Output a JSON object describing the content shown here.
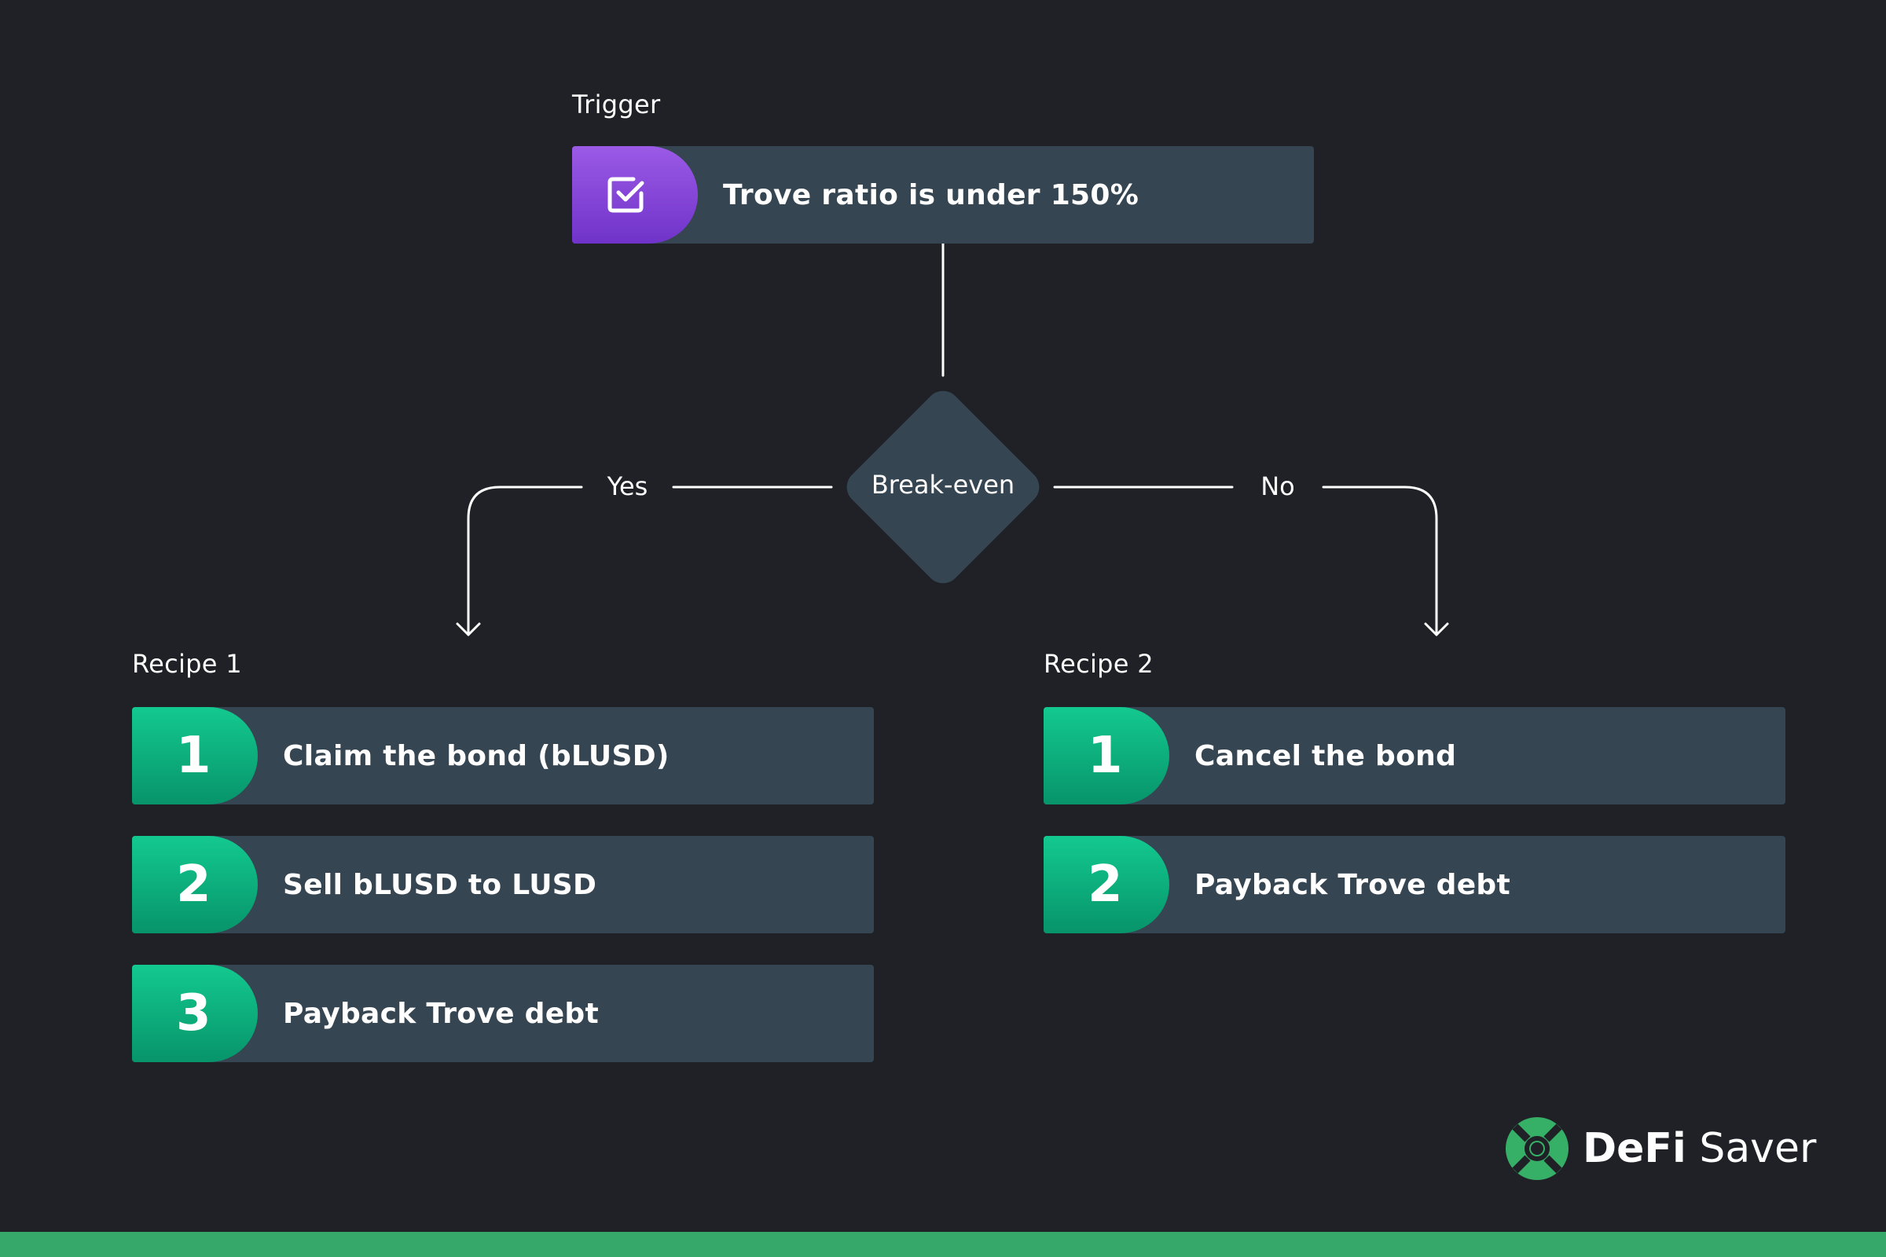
{
  "trigger": {
    "label": "Trigger",
    "condition": "Trove ratio is under 150%",
    "icon": "checkbox-icon"
  },
  "decision": {
    "label": "Break-even",
    "yes_label": "Yes",
    "no_label": "No"
  },
  "recipe1": {
    "label": "Recipe 1",
    "steps": [
      {
        "num": "1",
        "text": "Claim the bond (bLUSD)"
      },
      {
        "num": "2",
        "text": "Sell bLUSD to LUSD"
      },
      {
        "num": "3",
        "text": "Payback Trove debt"
      }
    ]
  },
  "recipe2": {
    "label": "Recipe 2",
    "steps": [
      {
        "num": "1",
        "text": "Cancel the bond"
      },
      {
        "num": "2",
        "text": "Payback Trove debt"
      }
    ]
  },
  "brand": {
    "name_bold": "DeFi",
    "name_light": "Saver",
    "icon": "defi-saver-logo-icon"
  },
  "colors": {
    "background": "#1f2126",
    "card": "#364552",
    "green": "#0fb47f",
    "purple": "#8a46da",
    "footer": "#36a96a"
  }
}
